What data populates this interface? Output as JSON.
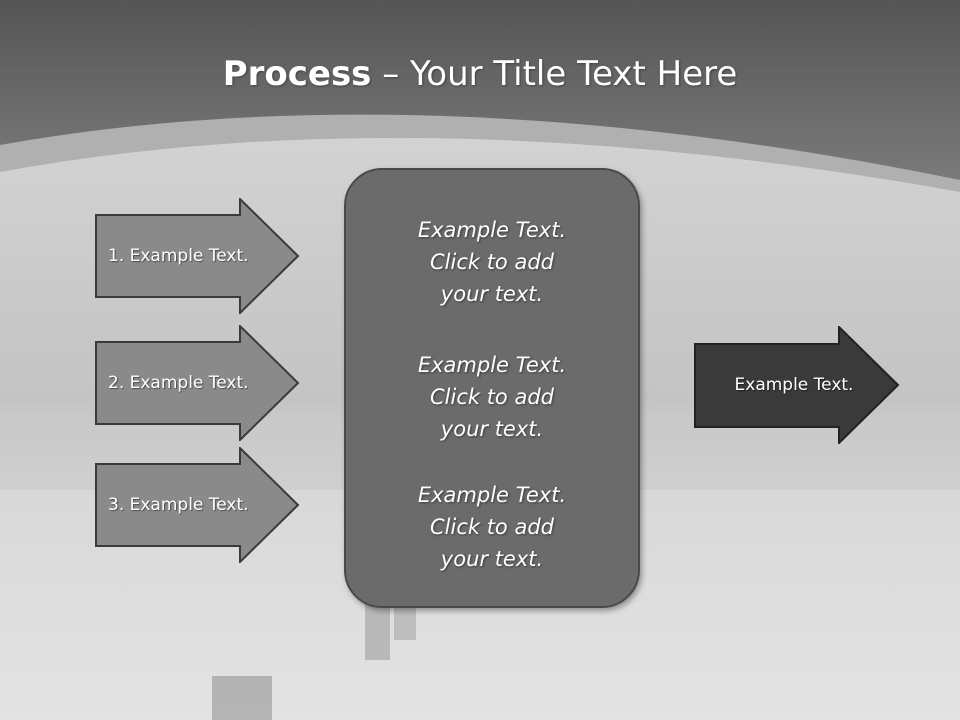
{
  "title": {
    "bold": "Process",
    "rest": " – Your Title Text Here"
  },
  "left_arrows": [
    {
      "label": "1. Example Text."
    },
    {
      "label": "2. Example Text."
    },
    {
      "label": "3. Example Text."
    }
  ],
  "center_blocks": [
    {
      "lines": [
        "Example Text.",
        "Click  to add",
        "your text."
      ]
    },
    {
      "lines": [
        "Example Text.",
        "Click  to add",
        "your text."
      ]
    },
    {
      "lines": [
        "Example Text.",
        "Click  to add",
        "your text."
      ]
    }
  ],
  "output_arrow": {
    "label": "Example Text."
  },
  "colors": {
    "left_arrow_fill": "#8a8a8a",
    "arrow_border": "#3a3a3a",
    "center_fill": "#6b6b6b",
    "output_fill": "#3a3a3a"
  }
}
